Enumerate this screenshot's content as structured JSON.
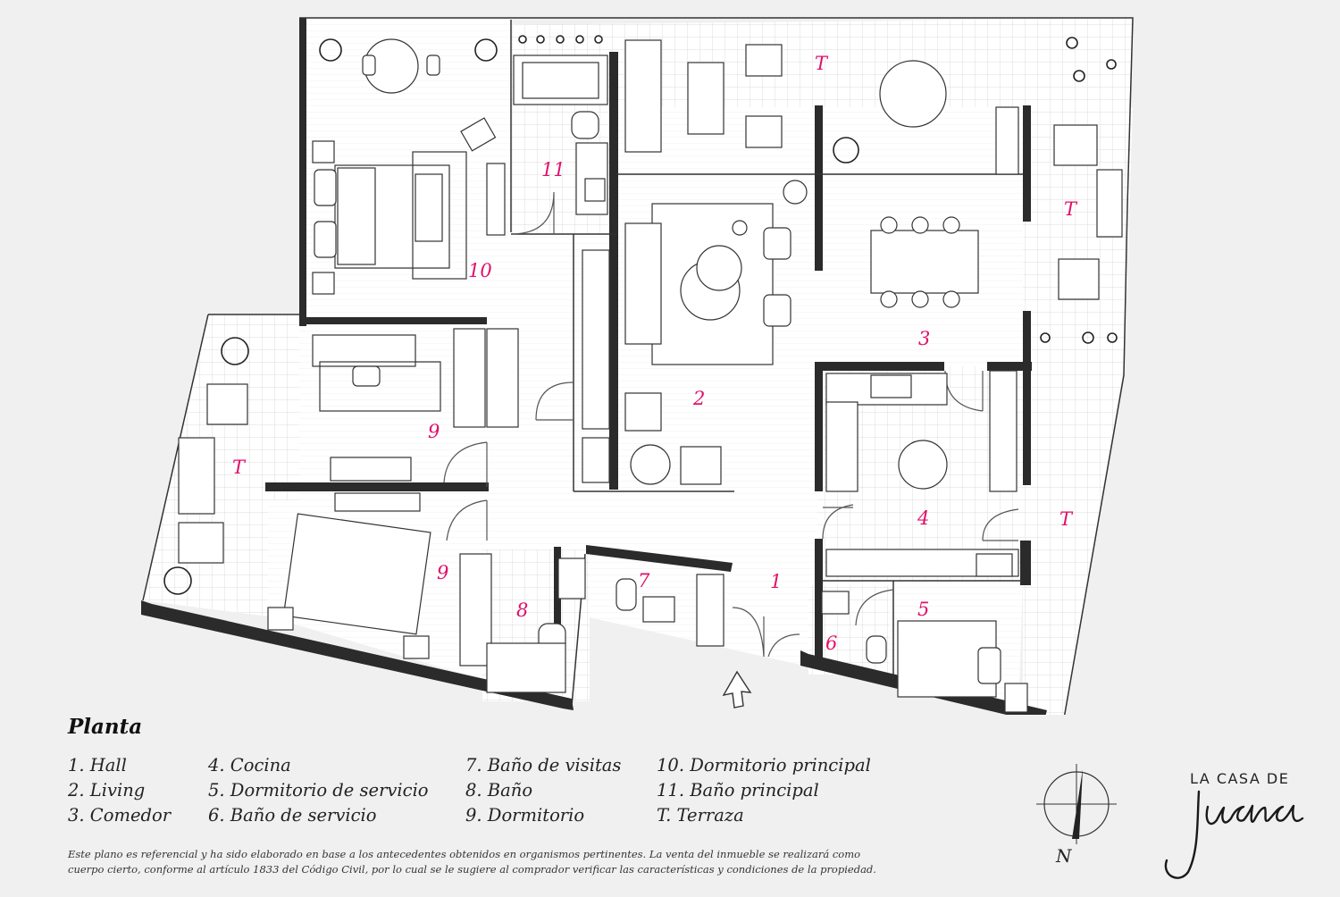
{
  "rooms": [
    {
      "id": "1",
      "label": "1"
    },
    {
      "id": "2",
      "label": "2"
    },
    {
      "id": "3",
      "label": "3"
    },
    {
      "id": "4",
      "label": "4"
    },
    {
      "id": "5",
      "label": "5"
    },
    {
      "id": "6",
      "label": "6"
    },
    {
      "id": "7",
      "label": "7"
    },
    {
      "id": "8",
      "label": "8"
    },
    {
      "id": "9a",
      "label": "9"
    },
    {
      "id": "9b",
      "label": "9"
    },
    {
      "id": "10",
      "label": "10"
    },
    {
      "id": "11",
      "label": "11"
    },
    {
      "id": "t1",
      "label": "T"
    },
    {
      "id": "t2",
      "label": "T"
    },
    {
      "id": "t3",
      "label": "T"
    },
    {
      "id": "t4",
      "label": "T"
    }
  ],
  "legend": {
    "title": "Planta",
    "col1": [
      "1. Hall",
      "2. Living",
      "3. Comedor"
    ],
    "col2": [
      "4. Cocina",
      "5. Dormitorio de servicio",
      "6. Baño de servicio"
    ],
    "col3": [
      "7. Baño de visitas",
      "8. Baño",
      "9. Dormitorio"
    ],
    "col4": [
      "10. Dormitorio principal",
      "11. Baño principal",
      "T. Terraza"
    ]
  },
  "disclaimer": {
    "line1": "Este plano es referencial y ha sido elaborado en base a los antecedentes obtenidos en organismos pertinentes.  La venta del inmueble se realizará como",
    "line2": "cuerpo cierto, conforme al artículo 1833 del Código Civil, por lo cual se le sugiere al comprador verificar las características y condiciones de la propiedad."
  },
  "compass": {
    "north_label": "N"
  },
  "logo": {
    "top_text": "LA CASA DE",
    "script_text": "Juana"
  },
  "colors": {
    "accent": "#e0106a",
    "wall": "#2b2b2b",
    "background": "#f0f0f0",
    "floor": "#ffffff"
  }
}
